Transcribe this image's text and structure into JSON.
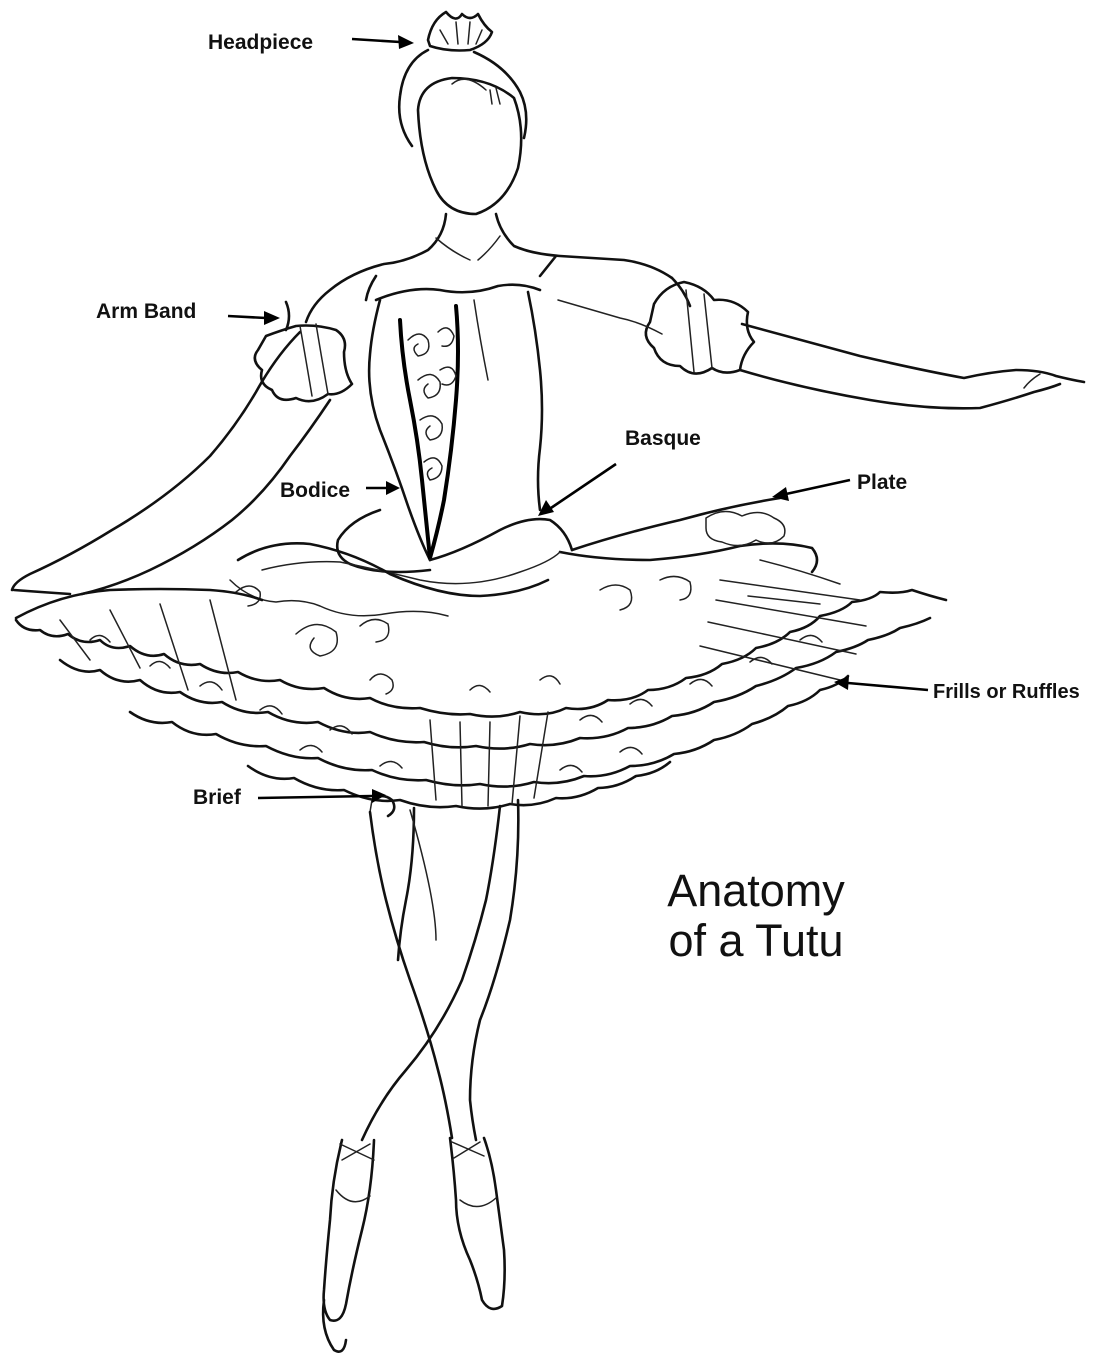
{
  "diagram": {
    "title_line1": "Anatomy",
    "title_line2": "of a Tutu",
    "labels": {
      "headpiece": "Headpiece",
      "arm_band": "Arm Band",
      "basque": "Basque",
      "bodice": "Bodice",
      "plate": "Plate",
      "frills": "Frills or Ruffles",
      "brief": "Brief"
    }
  }
}
